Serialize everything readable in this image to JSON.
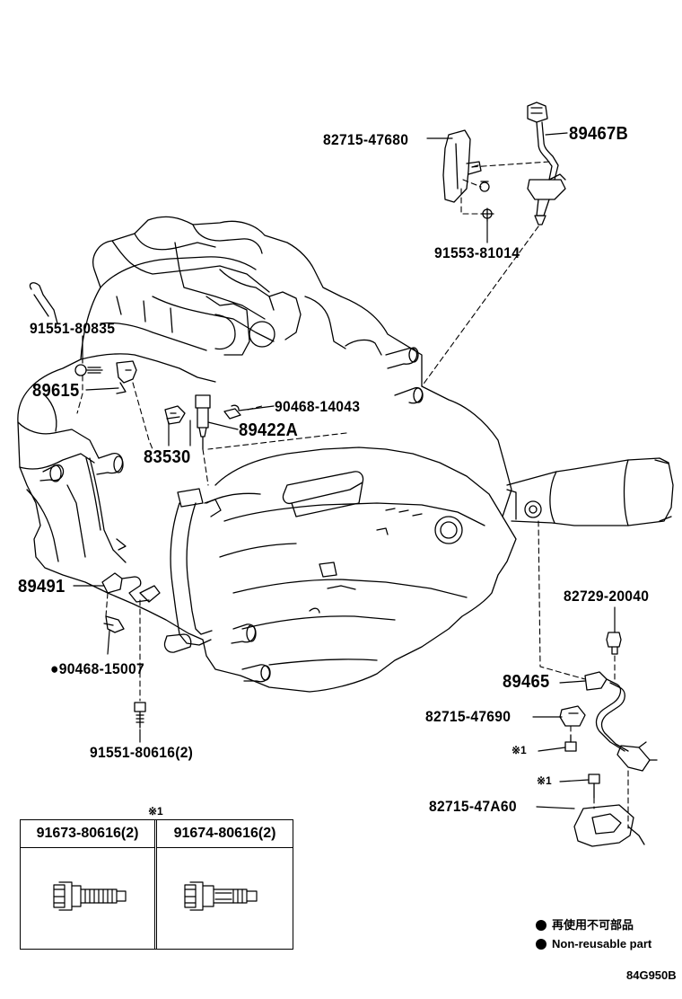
{
  "labels": {
    "p82715_47680": "82715-47680",
    "p89467b": "89467B",
    "p91553_81014": "91553-81014",
    "p91551_80835": "91551-80835",
    "p89615": "89615",
    "p90468_14043": "90468-14043",
    "p89422a": "89422A",
    "p83530": "83530",
    "p89491": "89491",
    "p90468_15007": "90468-15007",
    "p91551_80616": "91551-80616(2)",
    "p82729_20040": "82729-20040",
    "p89465": "89465",
    "p82715_47690": "82715-47690",
    "p82715_47a60": "82715-47A60"
  },
  "marks": {
    "asterisk": "※1",
    "asterisk_table": "※1",
    "nonreusable_dot": "●"
  },
  "table": {
    "col1_header": "91673-80616(2)",
    "col2_header": "91674-80616(2)"
  },
  "legend": {
    "jp": "再使用不可部品",
    "en": "Non-reusable part"
  },
  "figure_code": "84G950B"
}
